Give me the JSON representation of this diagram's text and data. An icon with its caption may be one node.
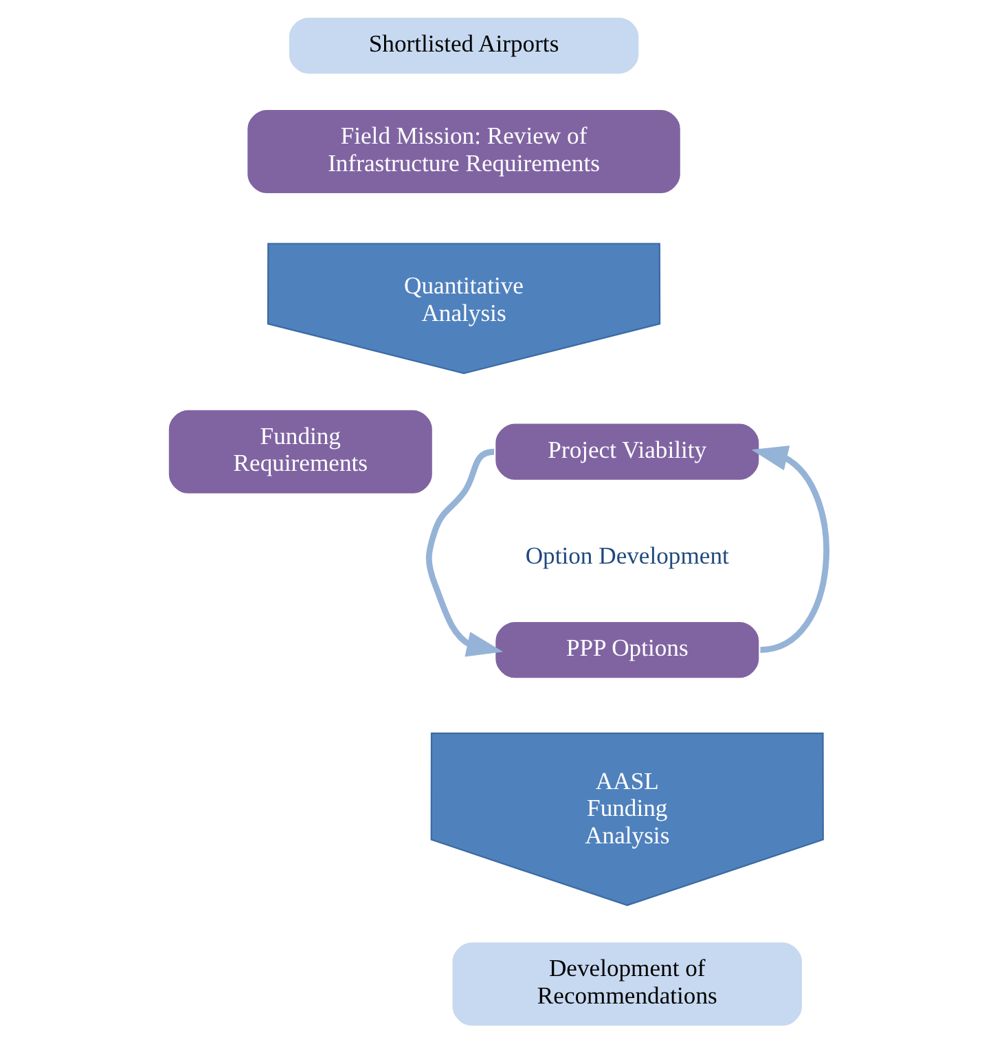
{
  "diagram": {
    "nodes": [
      {
        "text": [
          "Shortlisted Airports"
        ]
      },
      {
        "text": [
          "Field Mission: Review of Infrastructure Requirements"
        ]
      },
      {
        "text": [
          "Quantitative Analysis"
        ]
      },
      {
        "text": [
          "Funding Requirements"
        ]
      },
      {
        "text": [
          "Project Viability"
        ]
      },
      {
        "text": [
          "PPP Options"
        ]
      },
      {
        "text": [
          "AASL Funding Analysis"
        ]
      },
      {
        "text": [
          "Development of Recommendations"
        ]
      }
    ],
    "edges": [
      {
        "from": 4,
        "to": 5,
        "arrow": "to"
      },
      {
        "from": 5,
        "to": 4,
        "arrow": "to"
      }
    ],
    "labels": [
      "Option Development"
    ]
  }
}
